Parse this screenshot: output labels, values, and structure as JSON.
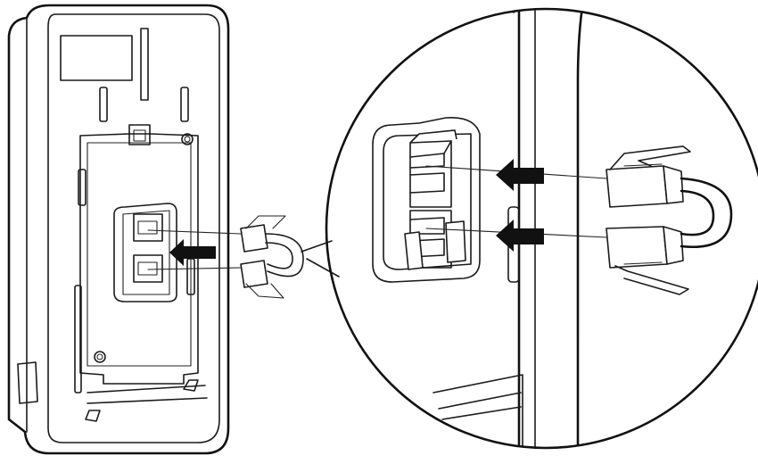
{
  "figure": {
    "kind": "installation-illustration",
    "subject": "rj45-loopback-plug-into-wall-bracket-ports",
    "colors": {
      "line": "#1a1a1a",
      "arrow": "#111111",
      "background": "#ffffff",
      "shade": "#d9d9d9"
    },
    "icons": [
      "wall-bracket",
      "rj45-loopback-connector",
      "insert-arrow",
      "magnifier-circle"
    ]
  }
}
